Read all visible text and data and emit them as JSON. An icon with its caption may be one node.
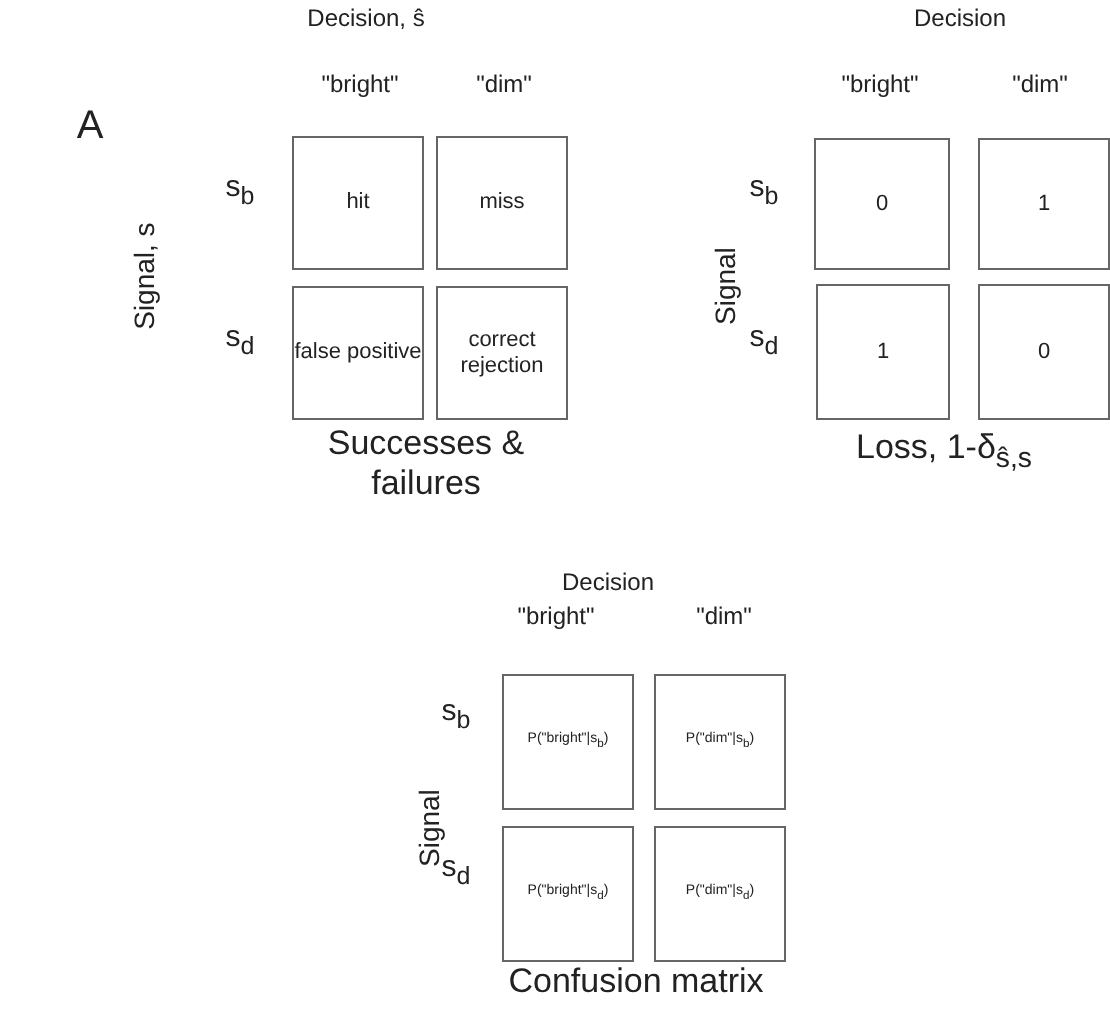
{
  "diagram": {
    "nodes": [
      {
        "text": [
          "hit"
        ]
      },
      {
        "text": [
          "miss"
        ]
      },
      {
        "text": [
          "false positive"
        ]
      },
      {
        "text": [
          "correct rejection"
        ]
      },
      {
        "text": [
          "0"
        ]
      },
      {
        "text": [
          "1"
        ]
      },
      {
        "text": [
          "1"
        ]
      },
      {
        "text": [
          "0"
        ]
      },
      {
        "text": [
          "P(\"bright\"|s$_{b}$)"
        ]
      },
      {
        "text": [
          "P(\"dim\"|s$_{b}$)"
        ]
      },
      {
        "text": [
          "P(\"bright\"|s$_{d}$)"
        ]
      },
      {
        "text": [
          "P(\"dim\"|s$_{d}$)"
        ]
      }
    ],
    "edges": [],
    "labels": [
      "A",
      "Decision, ŝ",
      "\"bright\"",
      "\"dim\"",
      "s$_{b}$",
      "Signal, s",
      "s$_{d}$",
      "Successes & failures",
      "Decision",
      "\"bright\"",
      "\"dim\"",
      "s$_{b}$",
      "Signal",
      "s$_{d}$",
      "Loss, 1-δ$_{ŝ,s}$",
      "Decision",
      "\"bright\"",
      "\"dim\"",
      "s$_{b}$",
      "Signal",
      "s$_{d}$",
      "Confusion matrix"
    ]
  }
}
